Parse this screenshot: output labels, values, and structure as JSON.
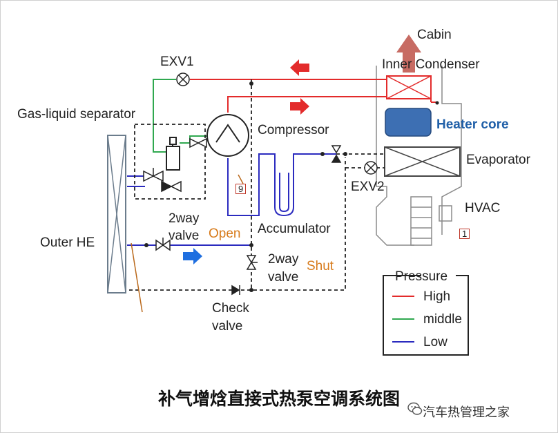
{
  "labels": {
    "cabin": "Cabin",
    "inner_condenser": "Inner Condenser",
    "exv1": "EXV1",
    "gas_liquid_separator": "Gas-liquid separator",
    "compressor": "Compressor",
    "heater_core": "Heater core",
    "evaporator": "Evaporator",
    "exv2": "EXV2",
    "hvac": "HVAC",
    "outer_he": "Outer HE",
    "valve_2way_top_line1": "2way",
    "valve_2way_top_line2": "valve",
    "open_state": "Open",
    "accumulator": "Accumulator",
    "valve_2way_bottom_line1": "2way",
    "valve_2way_bottom_line2": "valve",
    "shut_state": "Shut",
    "check_valve_line1": "Check",
    "check_valve_line2": "valve",
    "tag_9": "9",
    "tag_1": "1"
  },
  "legend": {
    "title": "Pressure",
    "items": [
      {
        "label": "High",
        "color": "#e32b2b"
      },
      {
        "label": "middle",
        "color": "#2fa84f"
      },
      {
        "label": "Low",
        "color": "#2b2bbf"
      }
    ]
  },
  "caption": "补气增焓直接式热泵空调系统图",
  "watermark": "汽车热管理之家",
  "colors": {
    "high": "#e32b2b",
    "middle": "#2fa84f",
    "low": "#2b2bbf",
    "flow_arrow_red": "#e32b2b",
    "flow_arrow_blue": "#1f6fe0",
    "cabin_arrow": "#c76b63",
    "heater_core_fill": "#3d6fb3"
  }
}
